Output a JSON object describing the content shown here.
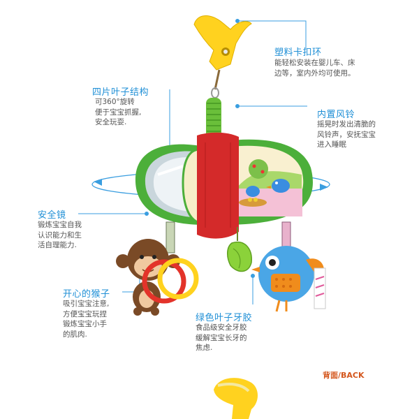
{
  "features": {
    "clip": {
      "title": "塑料卡扣环",
      "desc": "能轻松安装在婴儿车、床\n边等，室内外均可使用。"
    },
    "leaves": {
      "title": "四片叶子结构",
      "desc": "可360°旋转\n便于宝宝抓握,\n安全玩耍."
    },
    "bell": {
      "title": "内置风铃",
      "desc": "摇晃时发出清脆的\n风铃声，安抚宝宝\n进入睡眠"
    },
    "mirror": {
      "title": "安全镜",
      "desc": "锻炼宝宝自我\n认识能力和生\n活自理能力."
    },
    "monkey": {
      "title": "开心的猴子",
      "desc": "吸引宝宝注意,\n方便宝宝玩捏\n锻炼宝宝小手\n的肌肉."
    },
    "teether": {
      "title": "绿色叶子牙胶",
      "desc": "食品级安全牙胶\n缓解宝宝长牙的\n焦虑."
    }
  },
  "back_label": "背面/BACK",
  "colors": {
    "accent": "#1f8fd6",
    "clip": "#ffd21f",
    "leaf_green": "#4caf3a",
    "body_red": "#d42a2a",
    "back_label": "#d4561c"
  }
}
